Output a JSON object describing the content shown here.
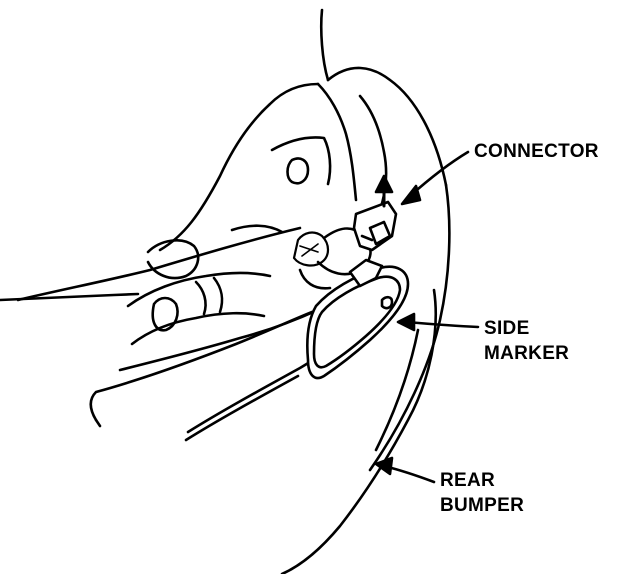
{
  "labels": {
    "connector": "CONNECTOR",
    "side_marker": [
      "SIDE",
      "MARKER"
    ],
    "rear_bumper": [
      "REAR",
      "BUMPER"
    ]
  },
  "style": {
    "line_color": "#000000",
    "background": "#ffffff"
  }
}
